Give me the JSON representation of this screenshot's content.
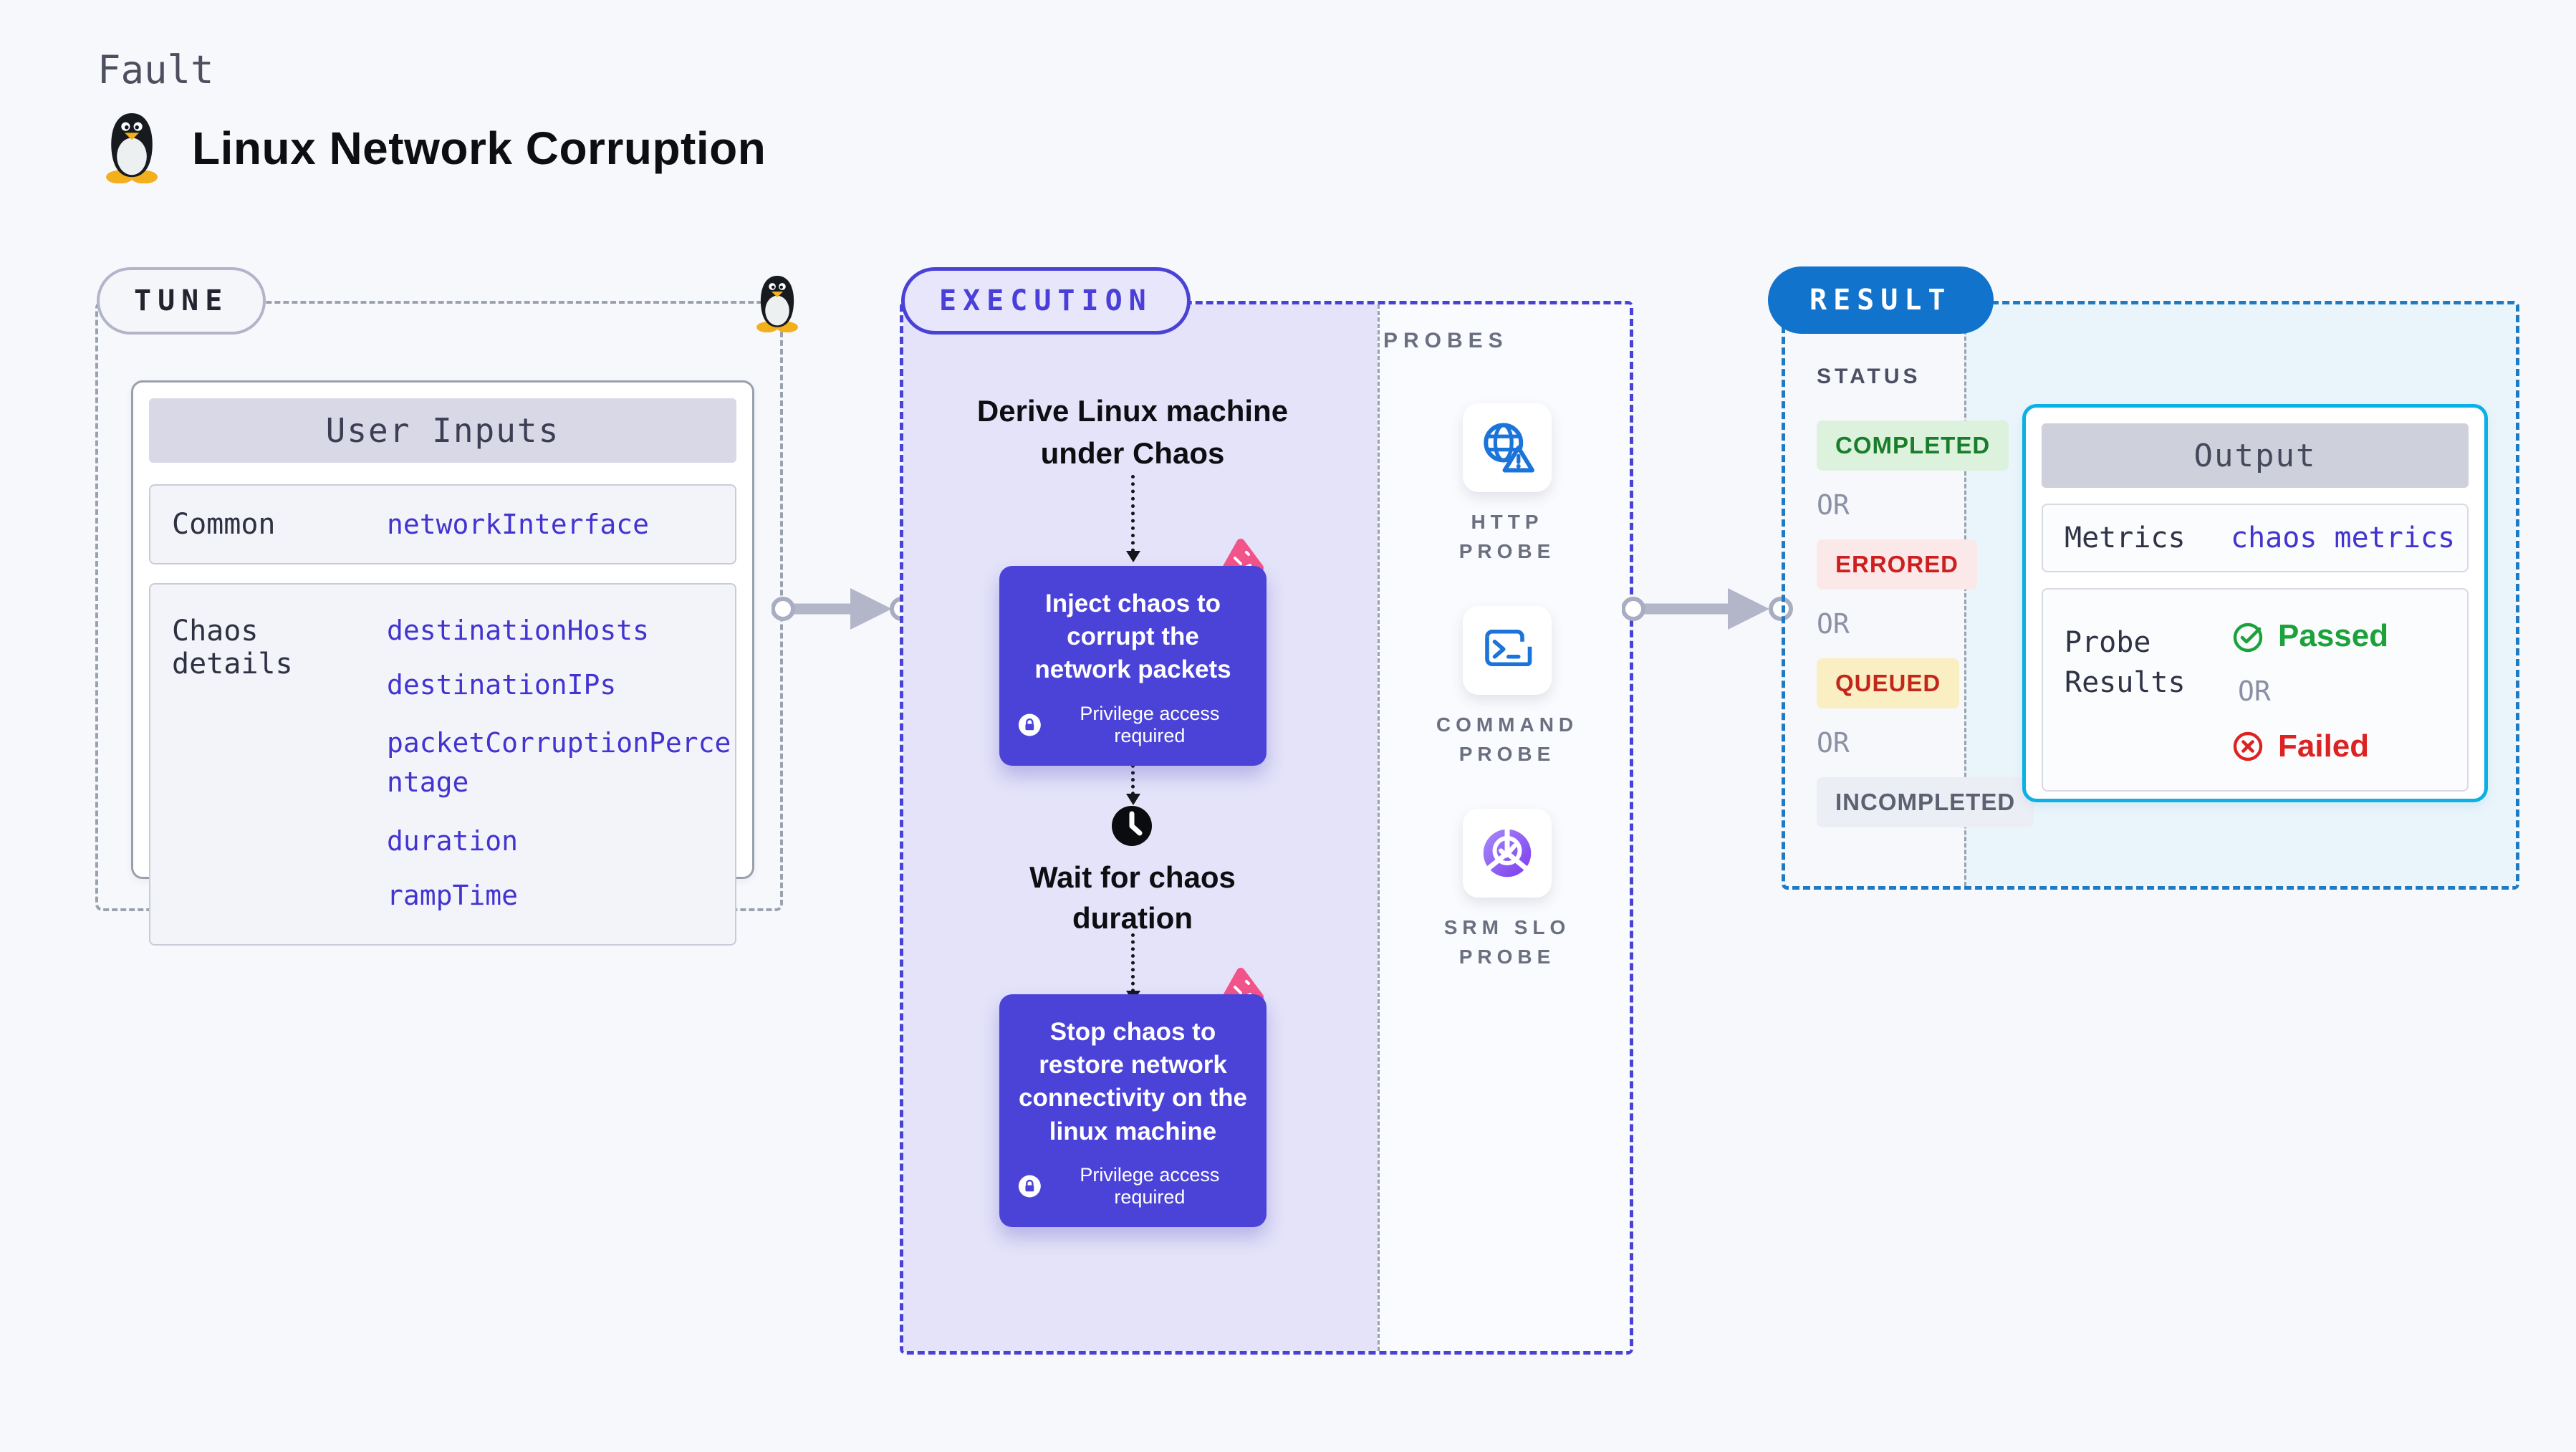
{
  "header": {
    "eyebrow": "Fault",
    "title": "Linux Network Corruption"
  },
  "tune": {
    "badge": "TUNE",
    "card": {
      "title": "User Inputs",
      "rows": [
        {
          "label": "Common",
          "values": [
            "networkInterface"
          ]
        },
        {
          "label": "Chaos details",
          "values": [
            "destinationHosts",
            "destinationIPs",
            "packetCorruptionPercentage",
            "duration",
            "rampTime"
          ]
        }
      ]
    }
  },
  "execution": {
    "badge": "EXECUTION",
    "steps": {
      "derive": "Derive Linux machine under Chaos",
      "inject": "Inject chaos to corrupt the network packets",
      "privilege": "Privilege access required",
      "wait": "Wait for chaos duration",
      "stop": "Stop chaos to restore network connectivity on the linux machine"
    }
  },
  "probes": {
    "label": "PROBES",
    "items": [
      {
        "name": "HTTP PROBE",
        "icon": "globe-alert-icon"
      },
      {
        "name": "COMMAND PROBE",
        "icon": "terminal-icon"
      },
      {
        "name": "SRM SLO PROBE",
        "icon": "slo-donut-icon"
      }
    ]
  },
  "result": {
    "badge": "RESULT",
    "status_label": "STATUS",
    "or": "OR",
    "statuses": [
      "COMPLETED",
      "ERRORED",
      "QUEUED",
      "INCOMPLETED"
    ],
    "output": {
      "title": "Output",
      "metrics_label": "Metrics",
      "metrics_value": "chaos metrics",
      "probe_results_label": "Probe Results",
      "passed": "Passed",
      "failed": "Failed"
    }
  },
  "colors": {
    "page_bg": "#f7f8fc",
    "execution_accent": "#4a42d6",
    "execution_fill": "#e4e3f9",
    "step_box": "#4b43d8",
    "chaos_pink": "#f2548a",
    "result_accent": "#1e7ac2",
    "result_fill": "#e9f5fb",
    "output_border": "#0ab0e6",
    "code_indigo": "#4334d1",
    "probe_blue": "#1b74d9",
    "slo_purple": "#8b5cf6",
    "passed_green": "#1ba23b",
    "failed_red": "#dd2222",
    "completed_green": "#1a7d2c",
    "errored_red": "#cd1f1f",
    "queued_amber_bg": "#faeec3"
  }
}
